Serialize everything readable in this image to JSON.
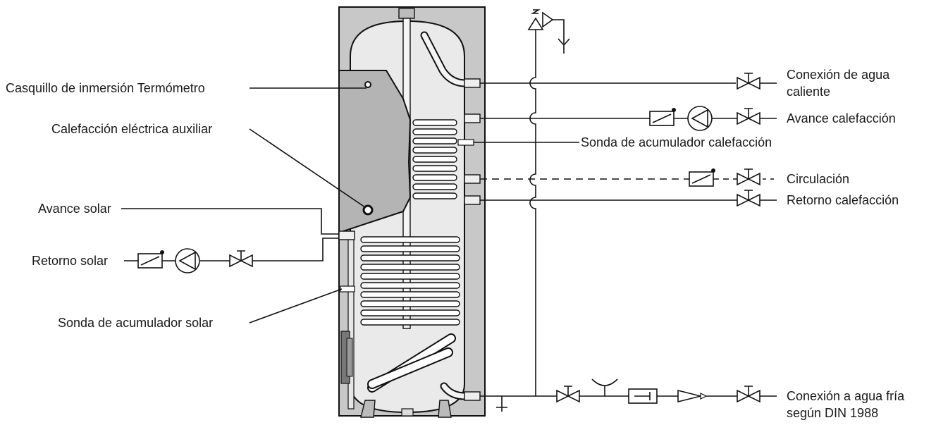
{
  "labels": {
    "thermometer_sleeve": "Casquillo de inmersión Termómetro",
    "electric_heater": "Calefacción eléctrica auxiliar",
    "solar_flow": "Avance solar",
    "solar_return": "Retorno solar",
    "solar_sensor": "Sonda de acumulador solar",
    "hot_water_line1": "Conexión de agua",
    "hot_water_line2": "caliente",
    "heating_flow": "Avance calefacción",
    "heating_sensor": "Sonda de acumulador calefacción",
    "circulation": "Circulación",
    "heating_return": "Retorno calefacción",
    "cold_water_line1": "Conexión a agua fría",
    "cold_water_line2": "según DIN 1988"
  },
  "colors": {
    "casing": "#c8c8c8",
    "heater_block": "#b4b4b4",
    "tank_interior": "#eaeaea",
    "line": "#111111",
    "text": "#1a1a1a"
  }
}
